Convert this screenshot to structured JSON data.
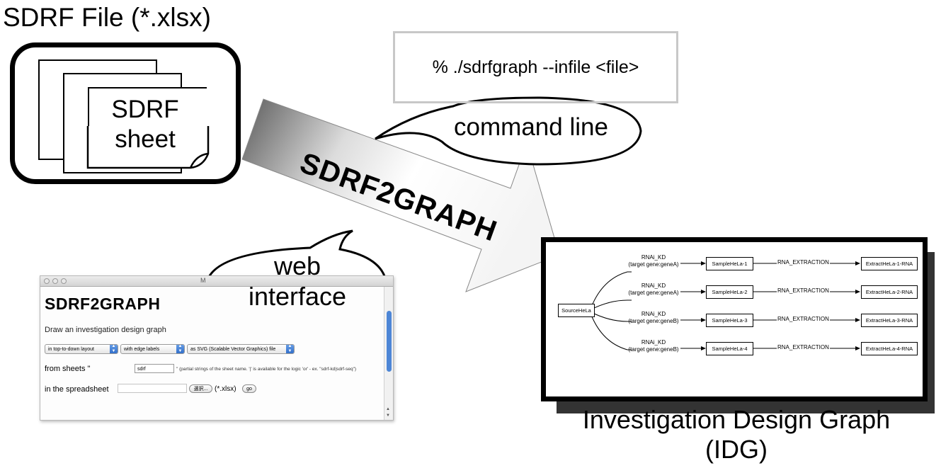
{
  "source": {
    "title": "SDRF File (*.xlsx)",
    "sheet_line1": "SDRF",
    "sheet_line2": "sheet"
  },
  "command": {
    "text": "% ./sdrfgraph --infile <file>",
    "bubble": "command line"
  },
  "arrow": {
    "label": "SDRF2GRAPH"
  },
  "web": {
    "bubble_line1": "web",
    "bubble_line2": "interface",
    "window": {
      "title_fragment": "M",
      "heading": "SDRF2GRAPH",
      "description": "Draw an investigation design graph",
      "selects": [
        "in top-to-down layout",
        "with edge labels",
        "as SVG (Scalable Vector Graphics) file"
      ],
      "from_sheets_label": "from sheets \"",
      "sheet_value": "sdrf",
      "sheet_note": "\" (partial strings of the sheet name. '|' is available for the logic 'or' - ex. \"sdrf-kd|sdrf-seq\")",
      "spreadsheet_label": "in the spreadsheet",
      "choose_button": "選択...",
      "xlsx_label": "(*.xlsx)",
      "go_button": "go"
    }
  },
  "graph": {
    "caption_line1": "Investigation Design Graph",
    "caption_line2": "(IDG)",
    "source_node": "SourceHeLa",
    "rows": [
      {
        "edge_line1": "RNAi_KD",
        "edge_line2": "(target gene:geneA)",
        "sample": "SampleHeLa-1",
        "process": "RNA_EXTRACTION",
        "extract": "ExtractHeLa-1-RNA"
      },
      {
        "edge_line1": "RNAi_KD",
        "edge_line2": "(target gene:geneA)",
        "sample": "SampleHeLa-2",
        "process": "RNA_EXTRACTION",
        "extract": "ExtractHeLa-2-RNA"
      },
      {
        "edge_line1": "RNAi_KD",
        "edge_line2": "(target gene:geneB)",
        "sample": "SampleHeLa-3",
        "process": "RNA_EXTRACTION",
        "extract": "ExtractHeLa-3-RNA"
      },
      {
        "edge_line1": "RNAi_KD",
        "edge_line2": "(target gene:geneB)",
        "sample": "SampleHeLa-4",
        "process": "RNA_EXTRACTION",
        "extract": "ExtractHeLa-4-RNA"
      }
    ]
  },
  "colors": {
    "cmd_border": "#c8c8c8",
    "scroll_accent": "#4d86d6",
    "shadow": "#333333"
  }
}
